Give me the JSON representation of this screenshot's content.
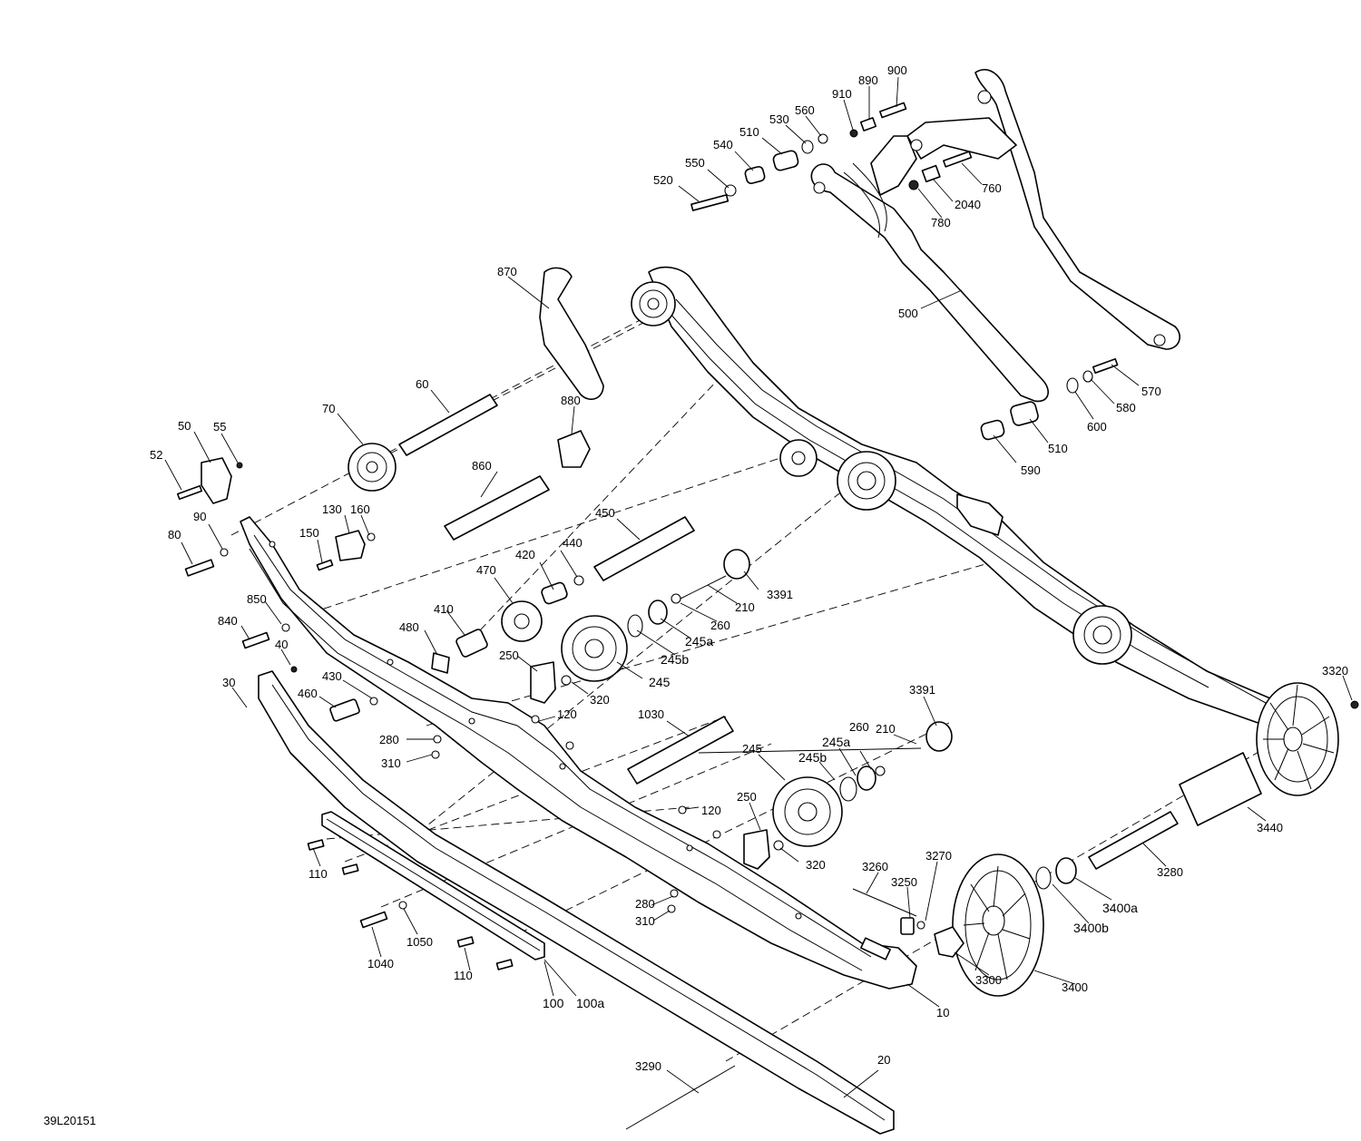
{
  "diagram": {
    "code": "39L20151",
    "callouts": [
      {
        "id": "c900",
        "label": "900"
      },
      {
        "id": "c890",
        "label": "890"
      },
      {
        "id": "c910",
        "label": "910"
      },
      {
        "id": "c560",
        "label": "560"
      },
      {
        "id": "c530",
        "label": "530"
      },
      {
        "id": "c510a",
        "label": "510"
      },
      {
        "id": "c540",
        "label": "540"
      },
      {
        "id": "c550",
        "label": "550"
      },
      {
        "id": "c520",
        "label": "520"
      },
      {
        "id": "c760",
        "label": "760"
      },
      {
        "id": "c2040",
        "label": "2040"
      },
      {
        "id": "c780",
        "label": "780"
      },
      {
        "id": "c870",
        "label": "870"
      },
      {
        "id": "c500",
        "label": "500"
      },
      {
        "id": "c570",
        "label": "570"
      },
      {
        "id": "c580",
        "label": "580"
      },
      {
        "id": "c600",
        "label": "600"
      },
      {
        "id": "c510b",
        "label": "510"
      },
      {
        "id": "c590",
        "label": "590"
      },
      {
        "id": "c60",
        "label": "60"
      },
      {
        "id": "c70",
        "label": "70"
      },
      {
        "id": "c880",
        "label": "880"
      },
      {
        "id": "c50",
        "label": "50"
      },
      {
        "id": "c55",
        "label": "55"
      },
      {
        "id": "c52",
        "label": "52"
      },
      {
        "id": "c860",
        "label": "860"
      },
      {
        "id": "c130",
        "label": "130"
      },
      {
        "id": "c160",
        "label": "160"
      },
      {
        "id": "c90",
        "label": "90"
      },
      {
        "id": "c150",
        "label": "150"
      },
      {
        "id": "c80",
        "label": "80"
      },
      {
        "id": "c450",
        "label": "450"
      },
      {
        "id": "c440",
        "label": "440"
      },
      {
        "id": "c420",
        "label": "420"
      },
      {
        "id": "c470",
        "label": "470"
      },
      {
        "id": "c3391a",
        "label": "3391"
      },
      {
        "id": "c210a",
        "label": "210"
      },
      {
        "id": "c260a",
        "label": "260"
      },
      {
        "id": "c245aa",
        "label": "245a"
      },
      {
        "id": "c245ba",
        "label": "245b"
      },
      {
        "id": "c245a",
        "label": "245"
      },
      {
        "id": "c410",
        "label": "410"
      },
      {
        "id": "c850",
        "label": "850"
      },
      {
        "id": "c480",
        "label": "480"
      },
      {
        "id": "c840",
        "label": "840"
      },
      {
        "id": "c40",
        "label": "40"
      },
      {
        "id": "c250a",
        "label": "250"
      },
      {
        "id": "c320a",
        "label": "320"
      },
      {
        "id": "c30",
        "label": "30"
      },
      {
        "id": "c430",
        "label": "430"
      },
      {
        "id": "c460",
        "label": "460"
      },
      {
        "id": "c120a",
        "label": "120"
      },
      {
        "id": "c280a",
        "label": "280"
      },
      {
        "id": "c310a",
        "label": "310"
      },
      {
        "id": "c1030",
        "label": "1030"
      },
      {
        "id": "c3320",
        "label": "3320"
      },
      {
        "id": "c3391b",
        "label": "3391"
      },
      {
        "id": "c210b",
        "label": "210"
      },
      {
        "id": "c245b",
        "label": "245"
      },
      {
        "id": "c245ab",
        "label": "245a"
      },
      {
        "id": "c260b",
        "label": "260"
      },
      {
        "id": "c245bb",
        "label": "245b"
      },
      {
        "id": "c250b",
        "label": "250"
      },
      {
        "id": "c120b",
        "label": "120"
      },
      {
        "id": "c320b",
        "label": "320"
      },
      {
        "id": "c3440",
        "label": "3440"
      },
      {
        "id": "c110a",
        "label": "110"
      },
      {
        "id": "c3260",
        "label": "3260"
      },
      {
        "id": "c3270",
        "label": "3270"
      },
      {
        "id": "c3250",
        "label": "3250"
      },
      {
        "id": "c3280",
        "label": "3280"
      },
      {
        "id": "c280b",
        "label": "280"
      },
      {
        "id": "c310b",
        "label": "310"
      },
      {
        "id": "c3400a",
        "label": "3400a"
      },
      {
        "id": "c3400b",
        "label": "3400b"
      },
      {
        "id": "c1050",
        "label": "1050"
      },
      {
        "id": "c1040",
        "label": "1040"
      },
      {
        "id": "c110b",
        "label": "110"
      },
      {
        "id": "c3300",
        "label": "3300"
      },
      {
        "id": "c3400",
        "label": "3400"
      },
      {
        "id": "c100",
        "label": "100"
      },
      {
        "id": "c100a",
        "label": "100a"
      },
      {
        "id": "c10",
        "label": "10"
      },
      {
        "id": "c3290",
        "label": "3290"
      },
      {
        "id": "c20",
        "label": "20"
      }
    ]
  }
}
